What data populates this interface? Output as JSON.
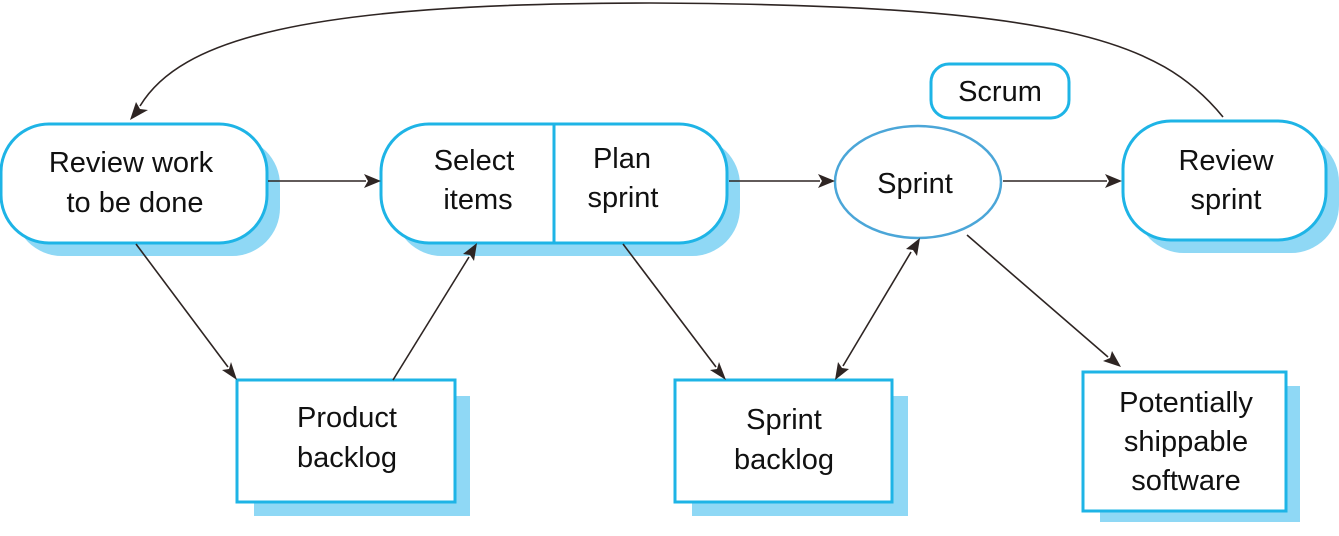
{
  "diagram": {
    "title": "Scrum",
    "nodes": {
      "review_work": {
        "line1": "Review work",
        "line2": "to be done"
      },
      "select_items": {
        "line1": "Select",
        "line2": "items"
      },
      "plan_sprint": {
        "line1": "Plan",
        "line2": "sprint"
      },
      "sprint": {
        "label": "Sprint"
      },
      "review_sprint": {
        "line1": "Review",
        "line2": "sprint"
      },
      "product_backlog": {
        "line1": "Product",
        "line2": "backlog"
      },
      "sprint_backlog": {
        "line1": "Sprint",
        "line2": "backlog"
      },
      "shippable": {
        "line1": "Potentially",
        "line2": "shippable",
        "line3": "software"
      }
    },
    "edges": [
      {
        "from": "Review work to be done",
        "to": "Select items"
      },
      {
        "from": "Plan sprint",
        "to": "Sprint"
      },
      {
        "from": "Sprint",
        "to": "Review sprint"
      },
      {
        "from": "Review sprint",
        "to": "Review work to be done"
      },
      {
        "from": "Review work to be done",
        "to": "Product backlog"
      },
      {
        "from": "Product backlog",
        "to": "Select items"
      },
      {
        "from": "Plan sprint",
        "to": "Sprint backlog"
      },
      {
        "from": "Sprint backlog",
        "to": "Sprint",
        "bidirectional": true
      },
      {
        "from": "Sprint",
        "to": "Potentially shippable software"
      }
    ],
    "colors": {
      "border": "#1eb4e6",
      "shadow": "#8fd8f5",
      "ellipse_border": "#4ba6d8",
      "arrow": "#2e2523"
    }
  }
}
